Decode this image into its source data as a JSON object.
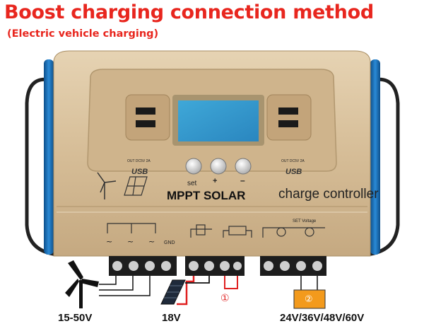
{
  "title": "Boost charging connection method",
  "subtitle": "(Electric vehicle charging)",
  "device": {
    "brand": "MPPT SOLAR",
    "product": "charge controller",
    "usb_rating": "OUT DC5V 2A",
    "usb_label": "USB",
    "set_label": "set",
    "set_voltage_label": "SET Voltage",
    "gnd_label": "GND",
    "marker_1": "①",
    "marker_2": "②"
  },
  "voltages": {
    "wind": "15-50V",
    "solar": "18V",
    "battery": "24V/36V/48V/60V"
  },
  "colors": {
    "title_red": "#e8261e",
    "body_gold": "#d8c09a",
    "side_blue": "#1a6fb5",
    "wire_red": "#e02020",
    "battery_orange": "#f39a1c"
  }
}
